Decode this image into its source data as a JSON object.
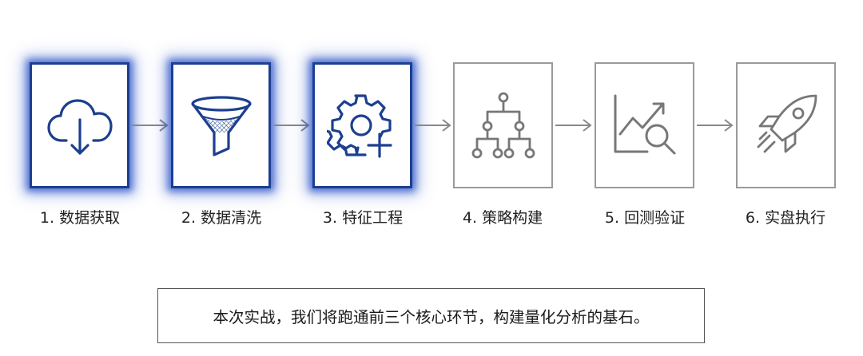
{
  "steps": [
    {
      "label": "1. 数据获取",
      "icon": "cloud-download-icon",
      "active": true
    },
    {
      "label": "2. 数据清洗",
      "icon": "funnel-icon",
      "active": true
    },
    {
      "label": "3. 特征工程",
      "icon": "gear-plus-icon",
      "active": true
    },
    {
      "label": "4. 策略构建",
      "icon": "hierarchy-tree-icon",
      "active": false
    },
    {
      "label": "5. 回测验证",
      "icon": "chart-magnifier-icon",
      "active": false
    },
    {
      "label": "6. 实盘执行",
      "icon": "rocket-icon",
      "active": false
    }
  ],
  "colors": {
    "active_border": "#1c3f8f",
    "active_glow": "#2850c8",
    "active_icon": "#1c3f8f",
    "inactive_border": "#9a9a9a",
    "inactive_icon": "#777777",
    "arrow": "#888888"
  },
  "caption": "本次实战，我们将跑通前三个核心环节，构建量化分析的基石。"
}
